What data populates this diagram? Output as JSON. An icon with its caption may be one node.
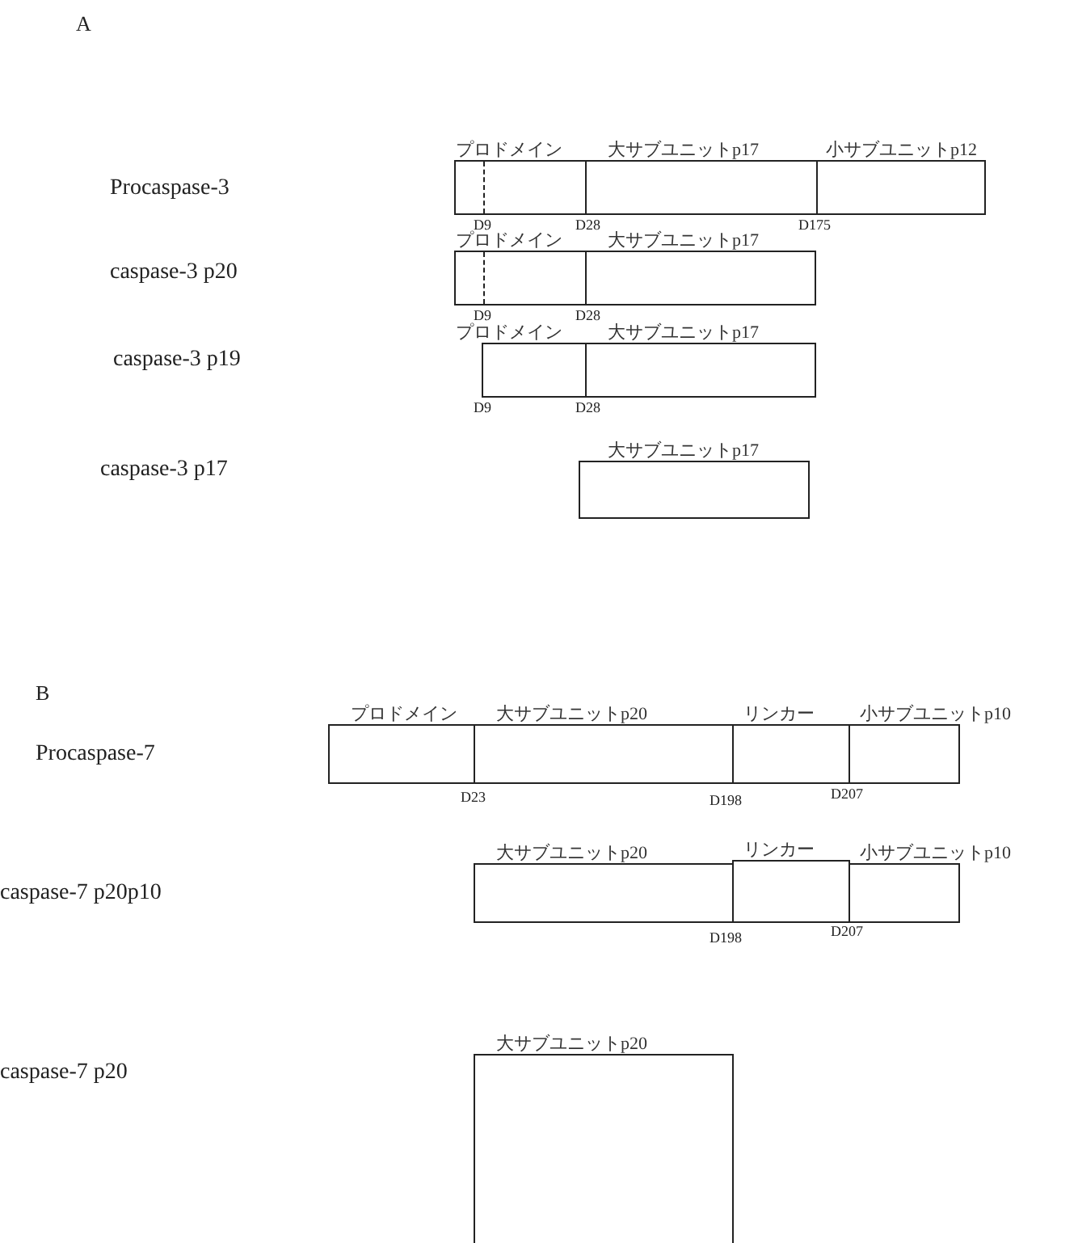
{
  "diagram": {
    "nodes": [
      {
        "text": [
          "プロドメイン"
        ]
      },
      {
        "text": [
          "大サブユニットp17"
        ]
      },
      {
        "text": [
          "小サブユニットp12"
        ]
      },
      {
        "text": [
          "プロドメイン"
        ]
      },
      {
        "text": [
          "大サブユニットp17"
        ]
      },
      {
        "text": [
          "プロドメイン"
        ]
      },
      {
        "text": [
          "大サブユニットp17"
        ]
      },
      {
        "text": [
          "大サブユニットp17"
        ]
      },
      {
        "text": [
          "プロドメイン"
        ]
      },
      {
        "text": [
          "大サブユニットp20"
        ]
      },
      {
        "text": [
          "リンカー"
        ]
      },
      {
        "text": [
          "小サブユニットp10"
        ]
      },
      {
        "text": [
          "大サブユニットp20"
        ]
      },
      {
        "text": [
          "リンカー"
        ]
      },
      {
        "text": [
          "小サブユニットp10"
        ]
      },
      {
        "text": [
          "大サブユニットp20"
        ]
      }
    ],
    "labels": [
      "A",
      "Procaspase-3",
      "D9",
      "D28",
      "D175",
      "caspase-3 p20",
      "D9",
      "D28",
      "caspase-3 p19",
      "D9",
      "D28",
      "caspase-3 p17",
      "B",
      "Procaspase-7",
      "D23",
      "D198",
      "D207",
      "caspase-7 p20p10",
      "D198",
      "D207",
      "caspase-7 p20"
    ]
  }
}
